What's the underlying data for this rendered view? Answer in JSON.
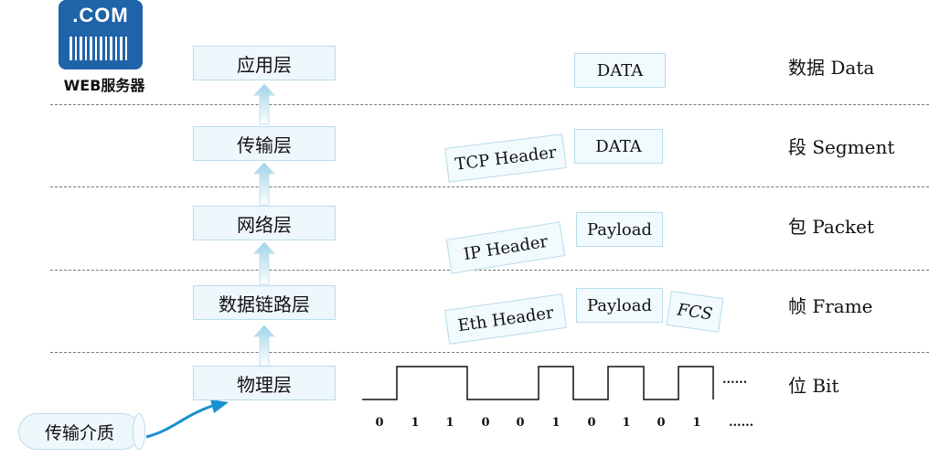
{
  "logo": {
    "text": ".COM",
    "caption": "WEB服务器"
  },
  "layers": [
    {
      "name": "应用层",
      "unit": "数据 Data"
    },
    {
      "name": "传输层",
      "unit": "段 Segment"
    },
    {
      "name": "网络层",
      "unit": "包 Packet"
    },
    {
      "name": "数据链路层",
      "unit": "帧 Frame"
    },
    {
      "name": "物理层",
      "unit": "位 Bit"
    }
  ],
  "packets": {
    "app_data": "DATA",
    "tcp_header": "TCP Header",
    "seg_data": "DATA",
    "ip_header": "IP Header",
    "ip_payload": "Payload",
    "eth_header": "Eth Header",
    "frame_payload": "Payload",
    "fcs": "FCS"
  },
  "bits": [
    "0",
    "1",
    "1",
    "0",
    "0",
    "1",
    "0",
    "1",
    "0",
    "1"
  ],
  "signal_ellipsis": "......",
  "bits_ellipsis": "......",
  "medium": "传输介质",
  "colors": {
    "box_fill": "#eef7fb",
    "box_border": "#b9dcea",
    "arrow": "#9fd3ea",
    "logo": "#1f63a8",
    "curve": "#1a8fd0"
  }
}
